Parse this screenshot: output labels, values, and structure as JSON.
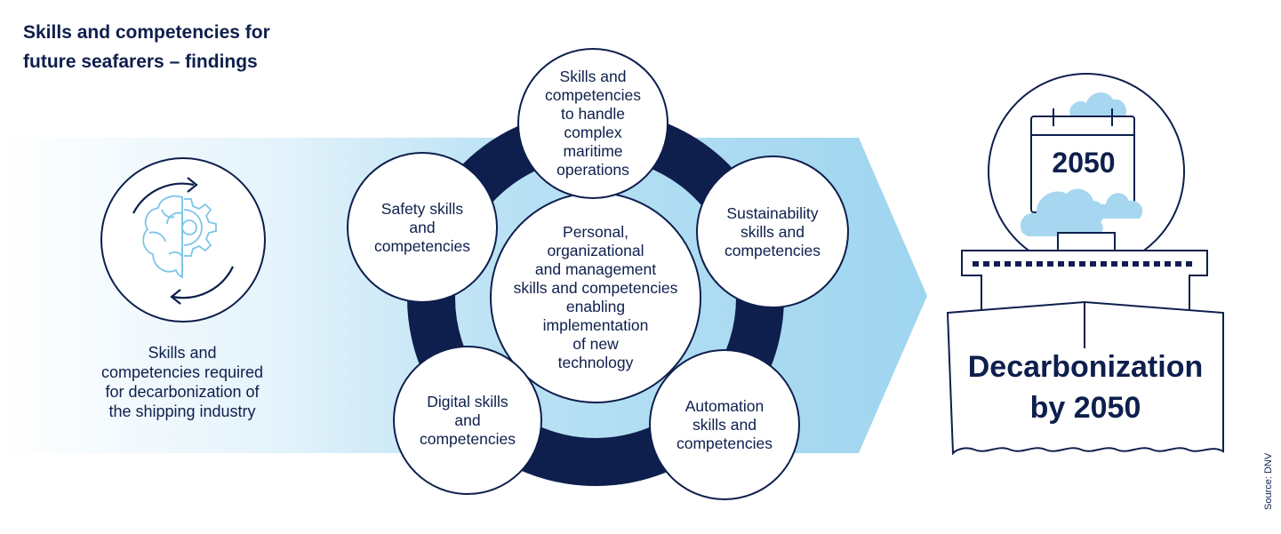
{
  "title": "Skills and competencies for\nfuture seafarers – findings",
  "left_label": "Skills and\ncompetencies required\nfor decarbonization of\nthe shipping industry",
  "center": "Personal,\norganizational\nand management\nskills and competencies\nenabling\nimplementation\nof new\ntechnology",
  "satellites": {
    "top": "Skills and\ncompetencies\nto handle\ncomplex\nmaritime\noperations",
    "upper_right": "Sustainability\nskills and\ncompetencies",
    "lower_right": "Automation\nskills and\ncompetencies",
    "lower_left": "Digital skills\nand\ncompetencies",
    "upper_left": "Safety skills\nand\ncompetencies"
  },
  "goal": {
    "year": "2050",
    "text": "Decarbonization\nby 2050"
  },
  "source": "Source: DNV",
  "icons": {
    "left": "brain-gear-cycle-icon",
    "calendar": "calendar-icon",
    "clouds": "cloud-icon",
    "ship": "ship-icon"
  },
  "colors": {
    "navy": "#0e1f4d",
    "light_blue": "#9fd5ef",
    "cloud_blue": "#a7d7f0"
  }
}
